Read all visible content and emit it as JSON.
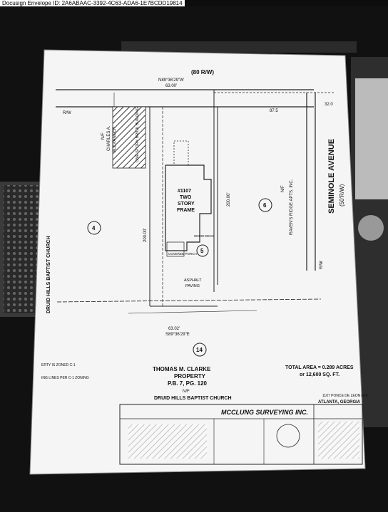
{
  "envelope": {
    "id_text": "Docusign Envelope ID: 2A6ABAAC-3392-4C63-ADA6-1E7BCDD19814"
  },
  "plan": {
    "top_road": "(80 R/W)",
    "top_bearing": "N89°36'29\"W",
    "top_distance": "63.00'",
    "right_of_way_left": "R/W",
    "right_of_way_right": "R/W",
    "dim_top_inner": "87.5",
    "dim_top_outer": "32.0",
    "dim_left": "200.00'",
    "dim_right": "200.00'",
    "bottom_distance": "63.02'",
    "bottom_bearing": "S89°36'29\"E",
    "house_number": "#1107",
    "house_desc_1": "TWO",
    "house_desc_2": "STORY",
    "house_desc_3": "FRAME",
    "lot_center": "5",
    "lot_left": "4",
    "lot_right": "6",
    "lot_bottom": "14",
    "left_owner_1": "N/F",
    "left_owner_2": "CHARLES A.",
    "left_owner_3": "ALEXANDER",
    "left_bldg": "ONE STORY BRICK BUILDING",
    "right_owner_1": "N/F",
    "right_owner_2": "RAVEN'S RIDGE APTS. INC.",
    "left_church": "DRUID HILLS BAPTIST CHURCH",
    "street_name": "SEMINOLE AVENUE",
    "street_row": "(50'R/W)",
    "paving_1": "ASPHALT",
    "paving_2": "PAVING",
    "concrete_porch": "COVERED PORCH",
    "wood_deck": "WOOD DECK"
  },
  "bottom": {
    "left_note_1": "ERTY IS ZONED C-1",
    "left_note_2": "ING LINES PER C-1 ZONING",
    "owner_1": "THOMAS M. CLARKE",
    "owner_2": "PROPERTY",
    "owner_3": "P.B. 7, PG. 120",
    "owner_4": "N/F",
    "church": "DRUID HILLS BAPTIST CHURCH",
    "total_area_1": "TOTAL AREA = 0.289 ACRES",
    "total_area_2": "or 12,600 SQ. FT.",
    "address_1": "1107 PONCE DE LEON AVE",
    "address_2": "ATLANTA, GEORGIA"
  },
  "titleblock": {
    "logo": "MCCLUNG SURVEYING INC."
  }
}
